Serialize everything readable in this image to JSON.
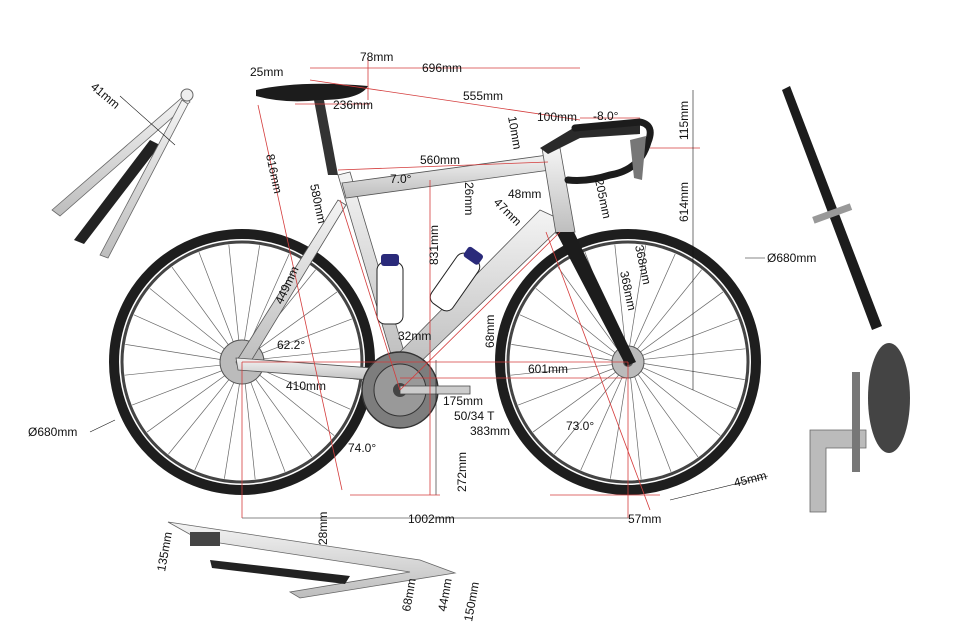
{
  "colors": {
    "dimension_line": "#d43c3c",
    "tube": "#d9d9d9",
    "tire": "#222222",
    "fork": "#1c1c1c",
    "text": "#111111"
  },
  "labels": {
    "handlebar_width": "696mm",
    "reach_to_bar": "555mm",
    "saddle_setback": "78mm",
    "saddle_offset": "25mm",
    "saddle_length": "236mm",
    "seat_height": "816mm",
    "seat_tube_length": "580mm",
    "top_tube": "560mm",
    "top_tube_angle": "7.0°",
    "tt_height": "26mm",
    "stem_length": "100mm",
    "stem_angle": "-8.0°",
    "spacer": "10mm",
    "bar_drop": "115mm",
    "stack": "614mm",
    "head_tube": "48mm",
    "head_tube_diam": "47mm",
    "fork_offset": "205mm",
    "bb_to_saddle": "831mm",
    "fork_length1": "368mm",
    "fork_length2": "368mm",
    "front_wheel": "Ø680mm",
    "rear_wheel": "Ø680mm",
    "chainstay_top": "449mm",
    "seatstay_angle": "62.2°",
    "bb_width": "32mm",
    "bb_drop": "68mm",
    "front_center": "601mm",
    "chainstay": "410mm",
    "crank_length": "175mm",
    "chainrings": "50/34 T",
    "reach": "383mm",
    "seat_angle": "74.0°",
    "head_angle": "73.0°",
    "bb_height": "272mm",
    "trail": "45mm",
    "wheelbase": "1002mm",
    "fork_rake": "57mm",
    "drop_out": "41mm",
    "cs_width": "28mm",
    "rear_spacing": "135mm",
    "chainline1": "68mm",
    "chainline2": "44mm",
    "q_factor": "150mm"
  }
}
